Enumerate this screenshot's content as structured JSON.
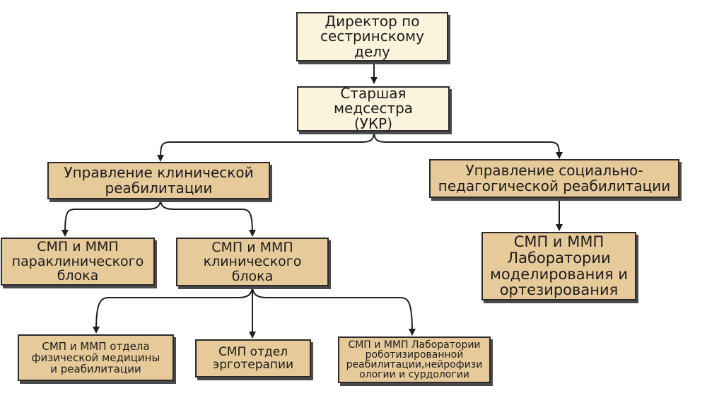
{
  "diagram": {
    "type": "org-chart",
    "nodes": [
      {
        "id": "director",
        "label": "Директор по\nсестринскому делу"
      },
      {
        "id": "senior_nurse",
        "label": "Старшая медсестра\n(УКР)"
      },
      {
        "id": "clinical_rehab",
        "label": "Управление клинической\nреабилитации"
      },
      {
        "id": "social_rehab",
        "label": "Управление социально-\nпедагогической реабилитации"
      },
      {
        "id": "paraclinical",
        "label": "СМП и ММП\nпараклинического\nблока"
      },
      {
        "id": "clinical_block",
        "label": "СМП и ММП\nклинического\nблока"
      },
      {
        "id": "lab_modeling",
        "label": "СМП и ММП\nЛаборатории\nмоделирования и\nортезирования"
      },
      {
        "id": "physical_med",
        "label": "СМП и ММП отдела\nфизической медицины\nи реабилитации"
      },
      {
        "id": "ergotherapy",
        "label": "СМП отдел\nэрготерапии"
      },
      {
        "id": "robotic_lab",
        "label": "СМП и ММП Лаборатории\nроботизированной\nреабилитации,нейрофизи\nологии и сурдологии"
      }
    ],
    "edges": [
      [
        "director",
        "senior_nurse"
      ],
      [
        "senior_nurse",
        "clinical_rehab"
      ],
      [
        "senior_nurse",
        "social_rehab"
      ],
      [
        "clinical_rehab",
        "paraclinical"
      ],
      [
        "clinical_rehab",
        "clinical_block"
      ],
      [
        "social_rehab",
        "lab_modeling"
      ],
      [
        "clinical_block",
        "physical_med"
      ],
      [
        "clinical_block",
        "ergotherapy"
      ],
      [
        "clinical_block",
        "robotic_lab"
      ]
    ]
  }
}
